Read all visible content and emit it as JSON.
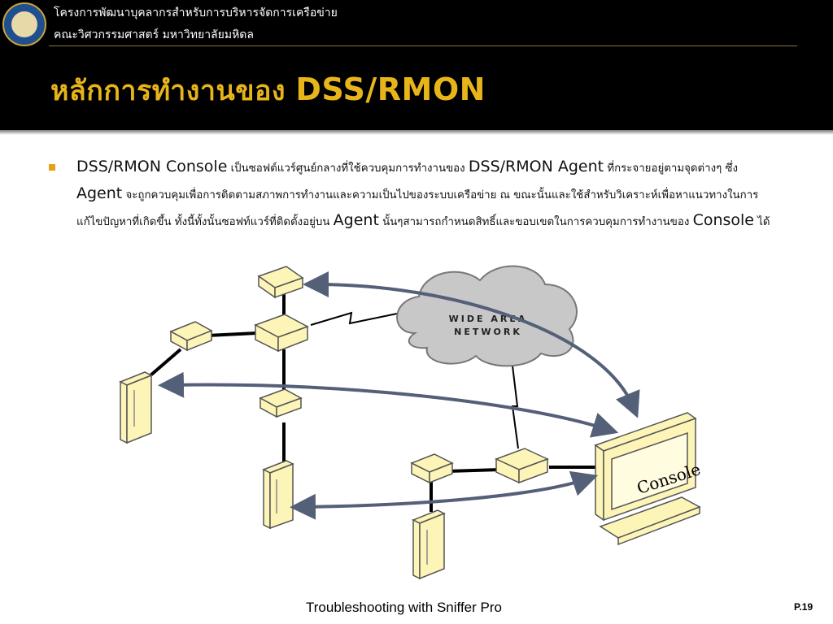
{
  "header": {
    "org_line1": "โครงการพัฒนาบุคลากรสำหรับการบริหารจัดการเครือข่าย",
    "org_line2": "คณะวิศวกรรมศาสตร์ มหาวิทยาลัยมหิดล",
    "title_thai": "หลักการทำงานของ",
    "title_en": "DSS/RMON"
  },
  "body": {
    "p1": "DSS/RMON Console",
    "p2": " เป็นซอฟต์แวร์ศูนย์กลางที่ใช้ควบคุมการทำงานของ ",
    "p3": "DSS/RMON Agent",
    "p4": " ที่กระจายอยู่ตามจุดต่างๆ ซึ่ง ",
    "p5": "Agent",
    "p6": " จะถูกควบคุมเพื่อการติดตามสภาพการทำงานและความเป็นไปของระบบเครือข่าย ณ ขณะนั้นและใช้สำหรับวิเคราะห์เพื่อหาแนวทางในการแก้ไขปัญหาที่เกิดขึ้น ทั้งนี้ทั้งนั้นซอฟท์แวร์ที่ติดตั้งอยู่บน ",
    "p7": "Agent",
    "p8": " นั้นๆสามารถกำหนดสิทธิ์และขอบเขตในการควบคุมการทำงานของ ",
    "p9": "Console",
    "p10": " ได้"
  },
  "diagram": {
    "cloud_line1": "WIDE AREA",
    "cloud_line2": "NETWORK",
    "console_label": "Console",
    "colors": {
      "arrow": "#545f78",
      "device": "#fdf5b8",
      "cloud": "#c8c8c8"
    }
  },
  "footer": {
    "text": "Troubleshooting with Sniffer Pro",
    "page": "P.19"
  }
}
